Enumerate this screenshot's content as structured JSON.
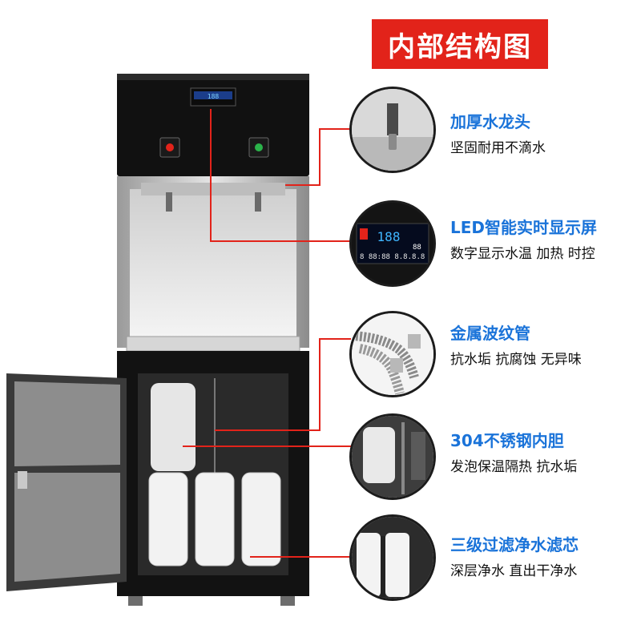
{
  "banner": {
    "title": "内部结构图"
  },
  "display_panel": {
    "digits": "188"
  },
  "features": [
    {
      "title": "加厚水龙头",
      "desc": "坚固耐用不滴水",
      "icon": "faucet-icon"
    },
    {
      "title": "LED智能实时显示屏",
      "desc": "数字显示水温  加热  时控",
      "icon": "led-display-icon"
    },
    {
      "title": "金属波纹管",
      "desc": "抗水垢  抗腐蚀  无异味",
      "icon": "corrugated-pipe-icon"
    },
    {
      "title": "304不锈钢内胆",
      "desc": "发泡保温隔热  抗水垢",
      "icon": "stainless-tank-icon"
    },
    {
      "title": "三级过滤净水滤芯",
      "desc": "深层净水  直出干净水",
      "icon": "filter-cartridge-icon"
    }
  ],
  "led_closeup": {
    "temp1": "188",
    "row2": "8 88:88  8.8.8.8",
    "temp2": "88"
  },
  "colors": {
    "accent": "#e2231a",
    "title_blue": "#1a73d9",
    "machine_black": "#121212"
  }
}
